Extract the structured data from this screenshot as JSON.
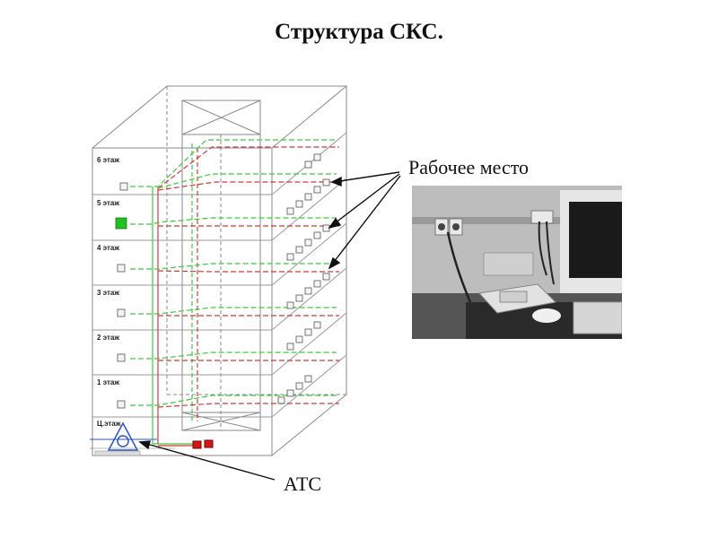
{
  "title": "Структура СКС.",
  "labels": {
    "workplace": "Рабочее место",
    "pbx": "АТС"
  },
  "floors": [
    "6 этаж",
    "5 этаж",
    "4 этаж",
    "3 этаж",
    "2 этаж",
    "1 этаж",
    "Ц.этаж"
  ],
  "colors": {
    "green_cable": "#3ecb3e",
    "red_cable": "#d23a3a",
    "building_line": "#8a8a8a",
    "highlight_socket": "#22c022",
    "pbx_box": "#d01818",
    "pbx_symbol": "#2a55c8"
  }
}
